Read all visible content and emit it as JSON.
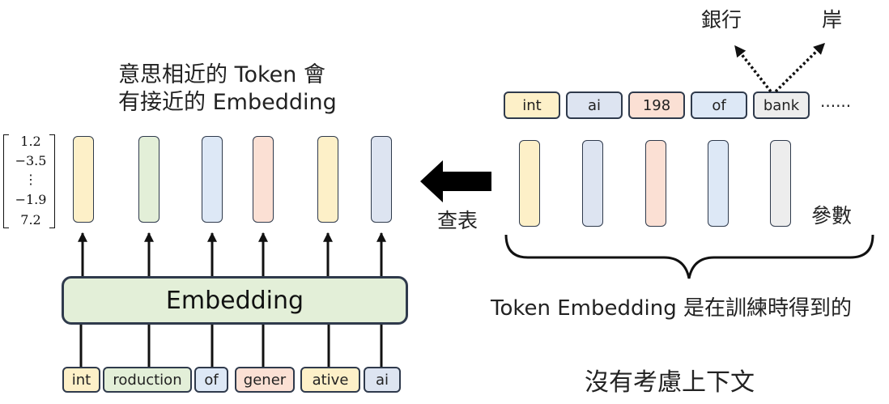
{
  "headline": {
    "line1": "意思相近的 Token 會",
    "line2": "有接近的 Embedding"
  },
  "vector": [
    "1.2",
    "−3.5",
    "⋮",
    "−1.9",
    "7.2"
  ],
  "embedding_box": {
    "label": "Embedding"
  },
  "input_tokens": [
    {
      "text": "int",
      "color": "#fdf0c8"
    },
    {
      "text": "roduction",
      "color": "#e3efd8"
    },
    {
      "text": "of",
      "color": "#dde8f6"
    },
    {
      "text": "gener",
      "color": "#fbe0d4"
    },
    {
      "text": "ative",
      "color": "#fdf0c8"
    },
    {
      "text": "ai",
      "color": "#dde4f1"
    }
  ],
  "output_vectors": [
    {
      "color": "#fdf0c8"
    },
    {
      "color": "#e3efd8"
    },
    {
      "color": "#dde8f6"
    },
    {
      "color": "#fbe0d4"
    },
    {
      "color": "#fdf0c8"
    },
    {
      "color": "#dde4f1"
    }
  ],
  "lookup_label": "查表",
  "vocab_tokens": [
    {
      "text": "int",
      "color": "#fdf0c8"
    },
    {
      "text": "ai",
      "color": "#dde4f1"
    },
    {
      "text": "198",
      "color": "#fbe0d4"
    },
    {
      "text": "of",
      "color": "#dde8f6"
    },
    {
      "text": "bank",
      "color": "#ededed"
    }
  ],
  "vocab_ellipsis": "......",
  "vocab_vectors": [
    {
      "color": "#fdf0c8"
    },
    {
      "color": "#dde4f1"
    },
    {
      "color": "#fbe0d4"
    },
    {
      "color": "#dde8f6"
    },
    {
      "color": "#ededed"
    }
  ],
  "params_label": "參數",
  "bank_meanings": [
    "銀行",
    "岸"
  ],
  "training_caption": "Token Embedding 是在訓練時得到的",
  "no_context_caption": "沒有考慮上下文",
  "colors": {
    "line": "#2f3a4c",
    "arrow": "#111111"
  }
}
